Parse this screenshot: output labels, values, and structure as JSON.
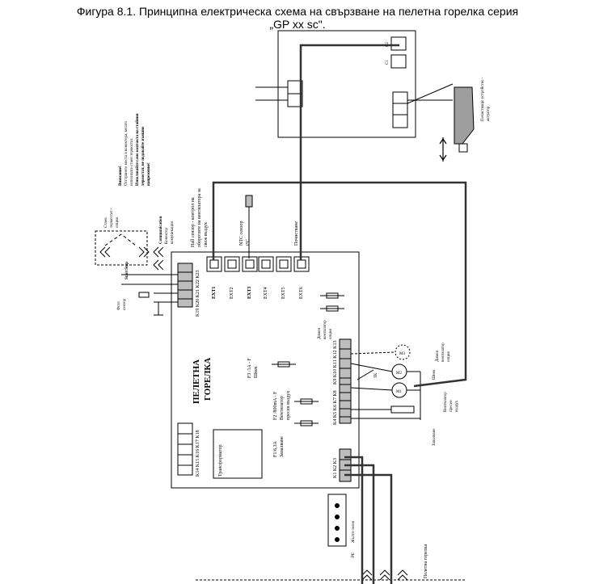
{
  "caption": {
    "line1": "Фигура 8.1. Принципна електрическа схема на свързване на пелетна горелка серия",
    "line2": "„GP xx sc\"."
  },
  "board": {
    "title1": "ПЕЛЕТНА",
    "title2": "ГОРЕЛКА",
    "transformer": "Трансформатор"
  },
  "ext_labels": [
    "EXT1",
    "EXT2",
    "EXT3",
    "EXT4",
    "EXT5",
    "EXT6"
  ],
  "top_labels": {
    "hall": "Hall сензор - контрол на",
    "hall2": "оборотите на вентилатора за",
    "hall3": "свеж въздух",
    "ntc": "NTC сензор",
    "ntc2": "t°C",
    "cleaning": "Почистване"
  },
  "fuses": {
    "f3": "F3 /1A - F",
    "f3b": "Шнек",
    "f2": "F2 /800mA - F",
    "f2b": "Вентилатор",
    "f2c": "пресен въздух",
    "f1": "F1/6,3A",
    "f1b": "Запалване"
  },
  "left_connector": "K19 K20 K21 K22 K23",
  "bottom_left_connector": "K14 K15 K16 K17 K18",
  "k_right_top": "K9 K10 K11 K12 K13",
  "k_right_mid": "K4 K5 K6 K7 K8",
  "k_right_bot": "K1 K2 K3",
  "left_notes": {
    "warning1": "Внимание!",
    "warning2": "Отстранете моста в конектора, когато",
    "warning3": "използвате стаен термостат.",
    "warning4": "Използвайте само контакта на стайния",
    "warning5": "термостат, не подавайте външно",
    "warning6": "напрежение!",
    "room_thermo": "Стаен",
    "room_thermo2": "термостат -",
    "room_thermo3": "опция",
    "communication": "Communication",
    "comm2": "Конектор",
    "comm3": "комуникация",
    "start_stop": "Start/Stop",
    "photo": "Фото",
    "photo2": "сензор"
  },
  "right_labels": {
    "dim_fan": "Димен",
    "dim_fan2": "вентилатор",
    "dim_fan3": "опция",
    "fan_opt": "Димен",
    "fan_opt2": "вентилатор",
    "fan_opt3": "опция",
    "auger": "Шнек",
    "fresh_fan": "Вентилатор",
    "fresh_fan2": "пресен",
    "fresh_fan3": "въздух",
    "ignition": "Запалване",
    "burner": "Пелетна горелка",
    "yellow_green": "Жълто-зелен",
    "pe": "PE",
    "tk": "ТК",
    "m1": "M1",
    "m2": "M2",
    "m3": "M3"
  },
  "top_device": {
    "c1": "C1",
    "c2": "C2",
    "cleaning_dev": "Почистващо устройство -",
    "cleaning_dev2": "актуатор"
  }
}
